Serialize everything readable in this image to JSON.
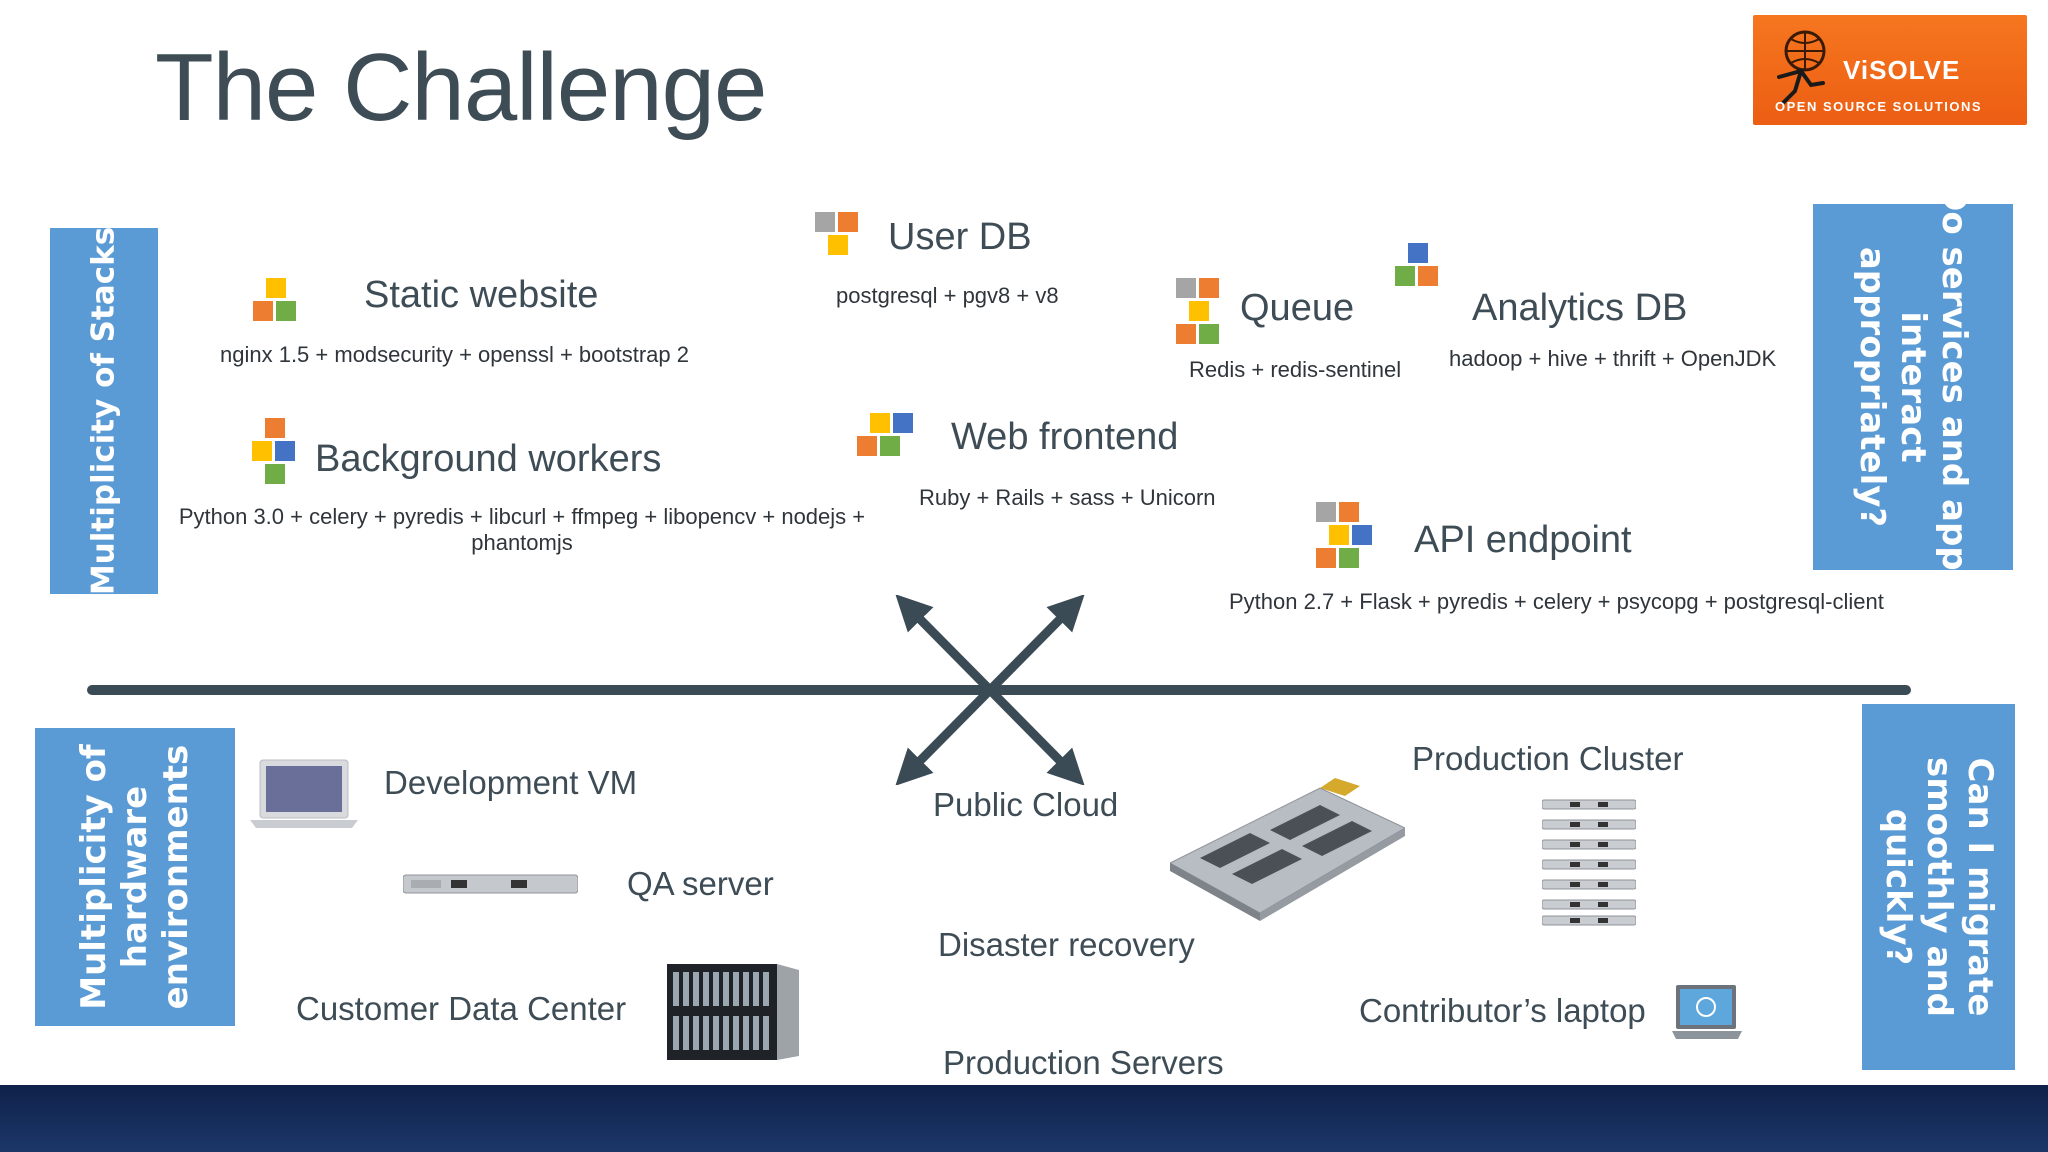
{
  "title": "The Challenge",
  "logo": {
    "name": "ViSOLVE",
    "tagline": "OPEN SOURCE SOLUTIONS",
    "color": "#f26b1d"
  },
  "side_labels": {
    "stacks": "Multiplicity of Stacks",
    "interact": [
      "Do services and apps",
      "interact",
      "appropriately?"
    ],
    "hardware": [
      "Multiplicity of",
      "hardware",
      "environments"
    ],
    "migrate": [
      "Can I migrate",
      "smoothly and",
      "quickly?"
    ]
  },
  "services": {
    "static_website": {
      "name": "Static website",
      "stack": "nginx 1.5 + modsecurity + openssl + bootstrap 2"
    },
    "user_db": {
      "name": "User DB",
      "stack": "postgresql + pgv8 + v8"
    },
    "queue": {
      "name": "Queue",
      "stack": "Redis + redis-sentinel"
    },
    "analytics_db": {
      "name": "Analytics DB",
      "stack": "hadoop + hive + thrift + OpenJDK"
    },
    "background_workers": {
      "name": "Background workers",
      "stack_line1": "Python 3.0 + celery + pyredis + libcurl + ffmpeg + libopencv + nodejs +",
      "stack_line2": "phantomjs"
    },
    "web_frontend": {
      "name": "Web frontend",
      "stack": "Ruby + Rails + sass + Unicorn"
    },
    "api_endpoint": {
      "name": "API endpoint",
      "stack": "Python 2.7 + Flask + pyredis + celery + psycopg + postgresql-client"
    }
  },
  "environments": {
    "development_vm": "Development VM",
    "qa_server": "QA server",
    "customer_data_center": "Customer Data Center",
    "public_cloud": "Public Cloud",
    "disaster_recovery": "Disaster recovery",
    "production_servers": "Production Servers",
    "production_cluster": "Production Cluster",
    "contributors_laptop": "Contributor’s laptop"
  },
  "colors": {
    "accent_blue": "#5b9bd5",
    "divider": "#3a4b56",
    "footer": "#142a57",
    "block_orange": "#ed7d31",
    "block_yellow": "#ffc000",
    "block_green": "#70ad47",
    "block_blue": "#4472c4",
    "block_gray": "#a5a5a5"
  },
  "icons": [
    "block-stack-icon",
    "laptop-icon",
    "rack-server-icon",
    "blade-chassis-icon",
    "server-board-icon",
    "server-stack-icon",
    "dell-laptop-icon",
    "cross-arrows-icon",
    "globe-person-icon"
  ]
}
